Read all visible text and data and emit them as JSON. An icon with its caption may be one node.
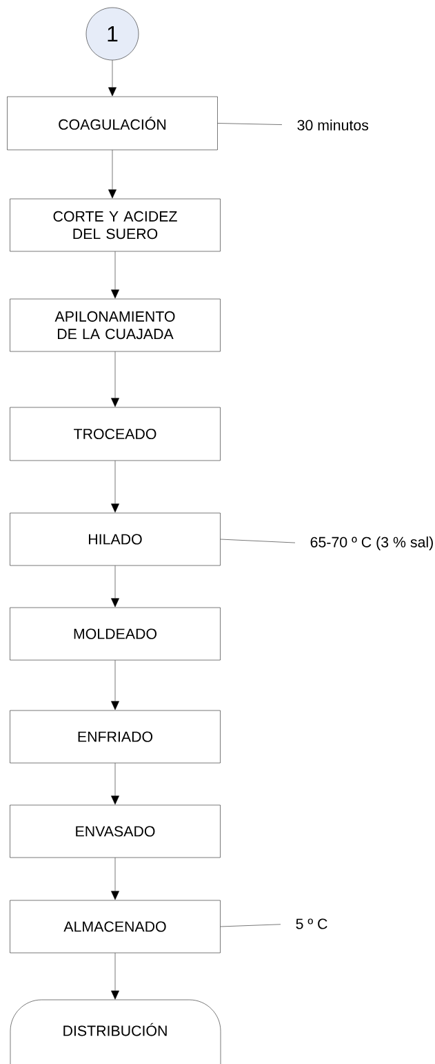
{
  "diagram": {
    "nodes": [
      {
        "text": [
          "1"
        ]
      },
      {
        "text": [
          "COAGULACIÓN"
        ]
      },
      {
        "text": [
          "30 minutos"
        ]
      },
      {
        "text": [
          "CORTE Y ACIDEZ DEL SUERO"
        ]
      },
      {
        "text": [
          "APILONAMIENTO DE LA CUAJADA"
        ]
      },
      {
        "text": [
          "TROCEADO"
        ]
      },
      {
        "text": [
          "HILADO"
        ]
      },
      {
        "text": [
          "65-70 º C (3 % sal)"
        ]
      },
      {
        "text": [
          "MOLDEADO"
        ]
      },
      {
        "text": [
          "ENFRIADO"
        ]
      },
      {
        "text": [
          "ENVASADO"
        ]
      },
      {
        "text": [
          "ALMACENADO"
        ]
      },
      {
        "text": [
          "5 º C"
        ]
      },
      {
        "text": [
          "DISTRIBUCIÓN"
        ]
      }
    ],
    "edges": [
      {
        "from": 0,
        "to": 1,
        "arrow": "to"
      },
      {
        "from": 1,
        "to": 2,
        "arrow": "none"
      },
      {
        "from": 1,
        "to": 3,
        "arrow": "to"
      },
      {
        "from": 3,
        "to": 4,
        "arrow": "to"
      },
      {
        "from": 4,
        "to": 5,
        "arrow": "to"
      },
      {
        "from": 5,
        "to": 6,
        "arrow": "to"
      },
      {
        "from": 6,
        "to": 7,
        "arrow": "none"
      },
      {
        "from": 6,
        "to": 8,
        "arrow": "to"
      },
      {
        "from": 8,
        "to": 9,
        "arrow": "to"
      },
      {
        "from": 9,
        "to": 10,
        "arrow": "to"
      },
      {
        "from": 10,
        "to": 11,
        "arrow": "to"
      },
      {
        "from": 11,
        "to": 12,
        "arrow": "none"
      },
      {
        "from": 11,
        "to": 13,
        "arrow": "to"
      }
    ]
  }
}
